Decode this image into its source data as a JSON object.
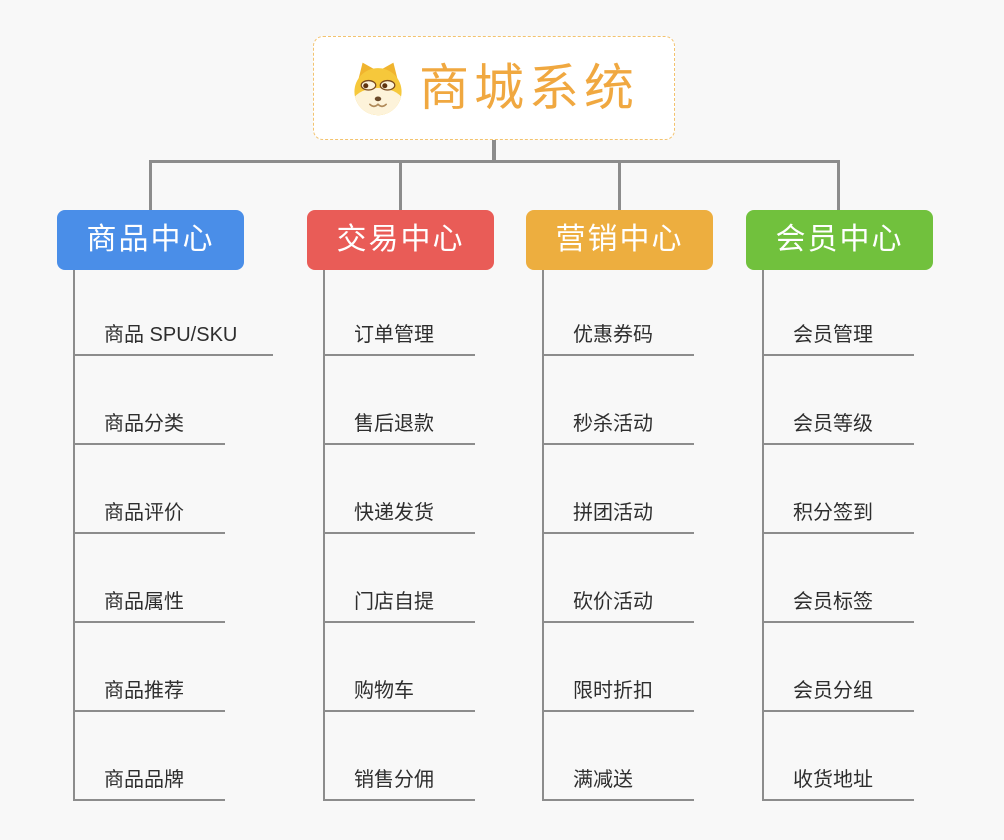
{
  "page": {
    "title": "商城系统",
    "colors": {
      "background": "#f8f8f8",
      "connector": "#8c8c8c",
      "root_text": "#f0a840",
      "root_border": "#f3c36f"
    }
  },
  "root": {
    "title": "商城系统",
    "icon": "dog-face-icon",
    "text_color": "#f0a840"
  },
  "branches": [
    {
      "label": "商品中心",
      "color": "#4a8ee8",
      "children": [
        "商品 SPU/SKU",
        "商品分类",
        "商品评价",
        "商品属性",
        "商品推荐",
        "商品品牌"
      ]
    },
    {
      "label": "交易中心",
      "color": "#e95c57",
      "children": [
        "订单管理",
        "售后退款",
        "快递发货",
        "门店自提",
        "购物车",
        "销售分佣"
      ]
    },
    {
      "label": "营销中心",
      "color": "#edae3f",
      "children": [
        "优惠券码",
        "秒杀活动",
        "拼团活动",
        "砍价活动",
        "限时折扣",
        "满减送"
      ]
    },
    {
      "label": "会员中心",
      "color": "#71c13d",
      "children": [
        "会员管理",
        "会员等级",
        "积分签到",
        "会员标签",
        "会员分组",
        "收货地址"
      ]
    }
  ]
}
